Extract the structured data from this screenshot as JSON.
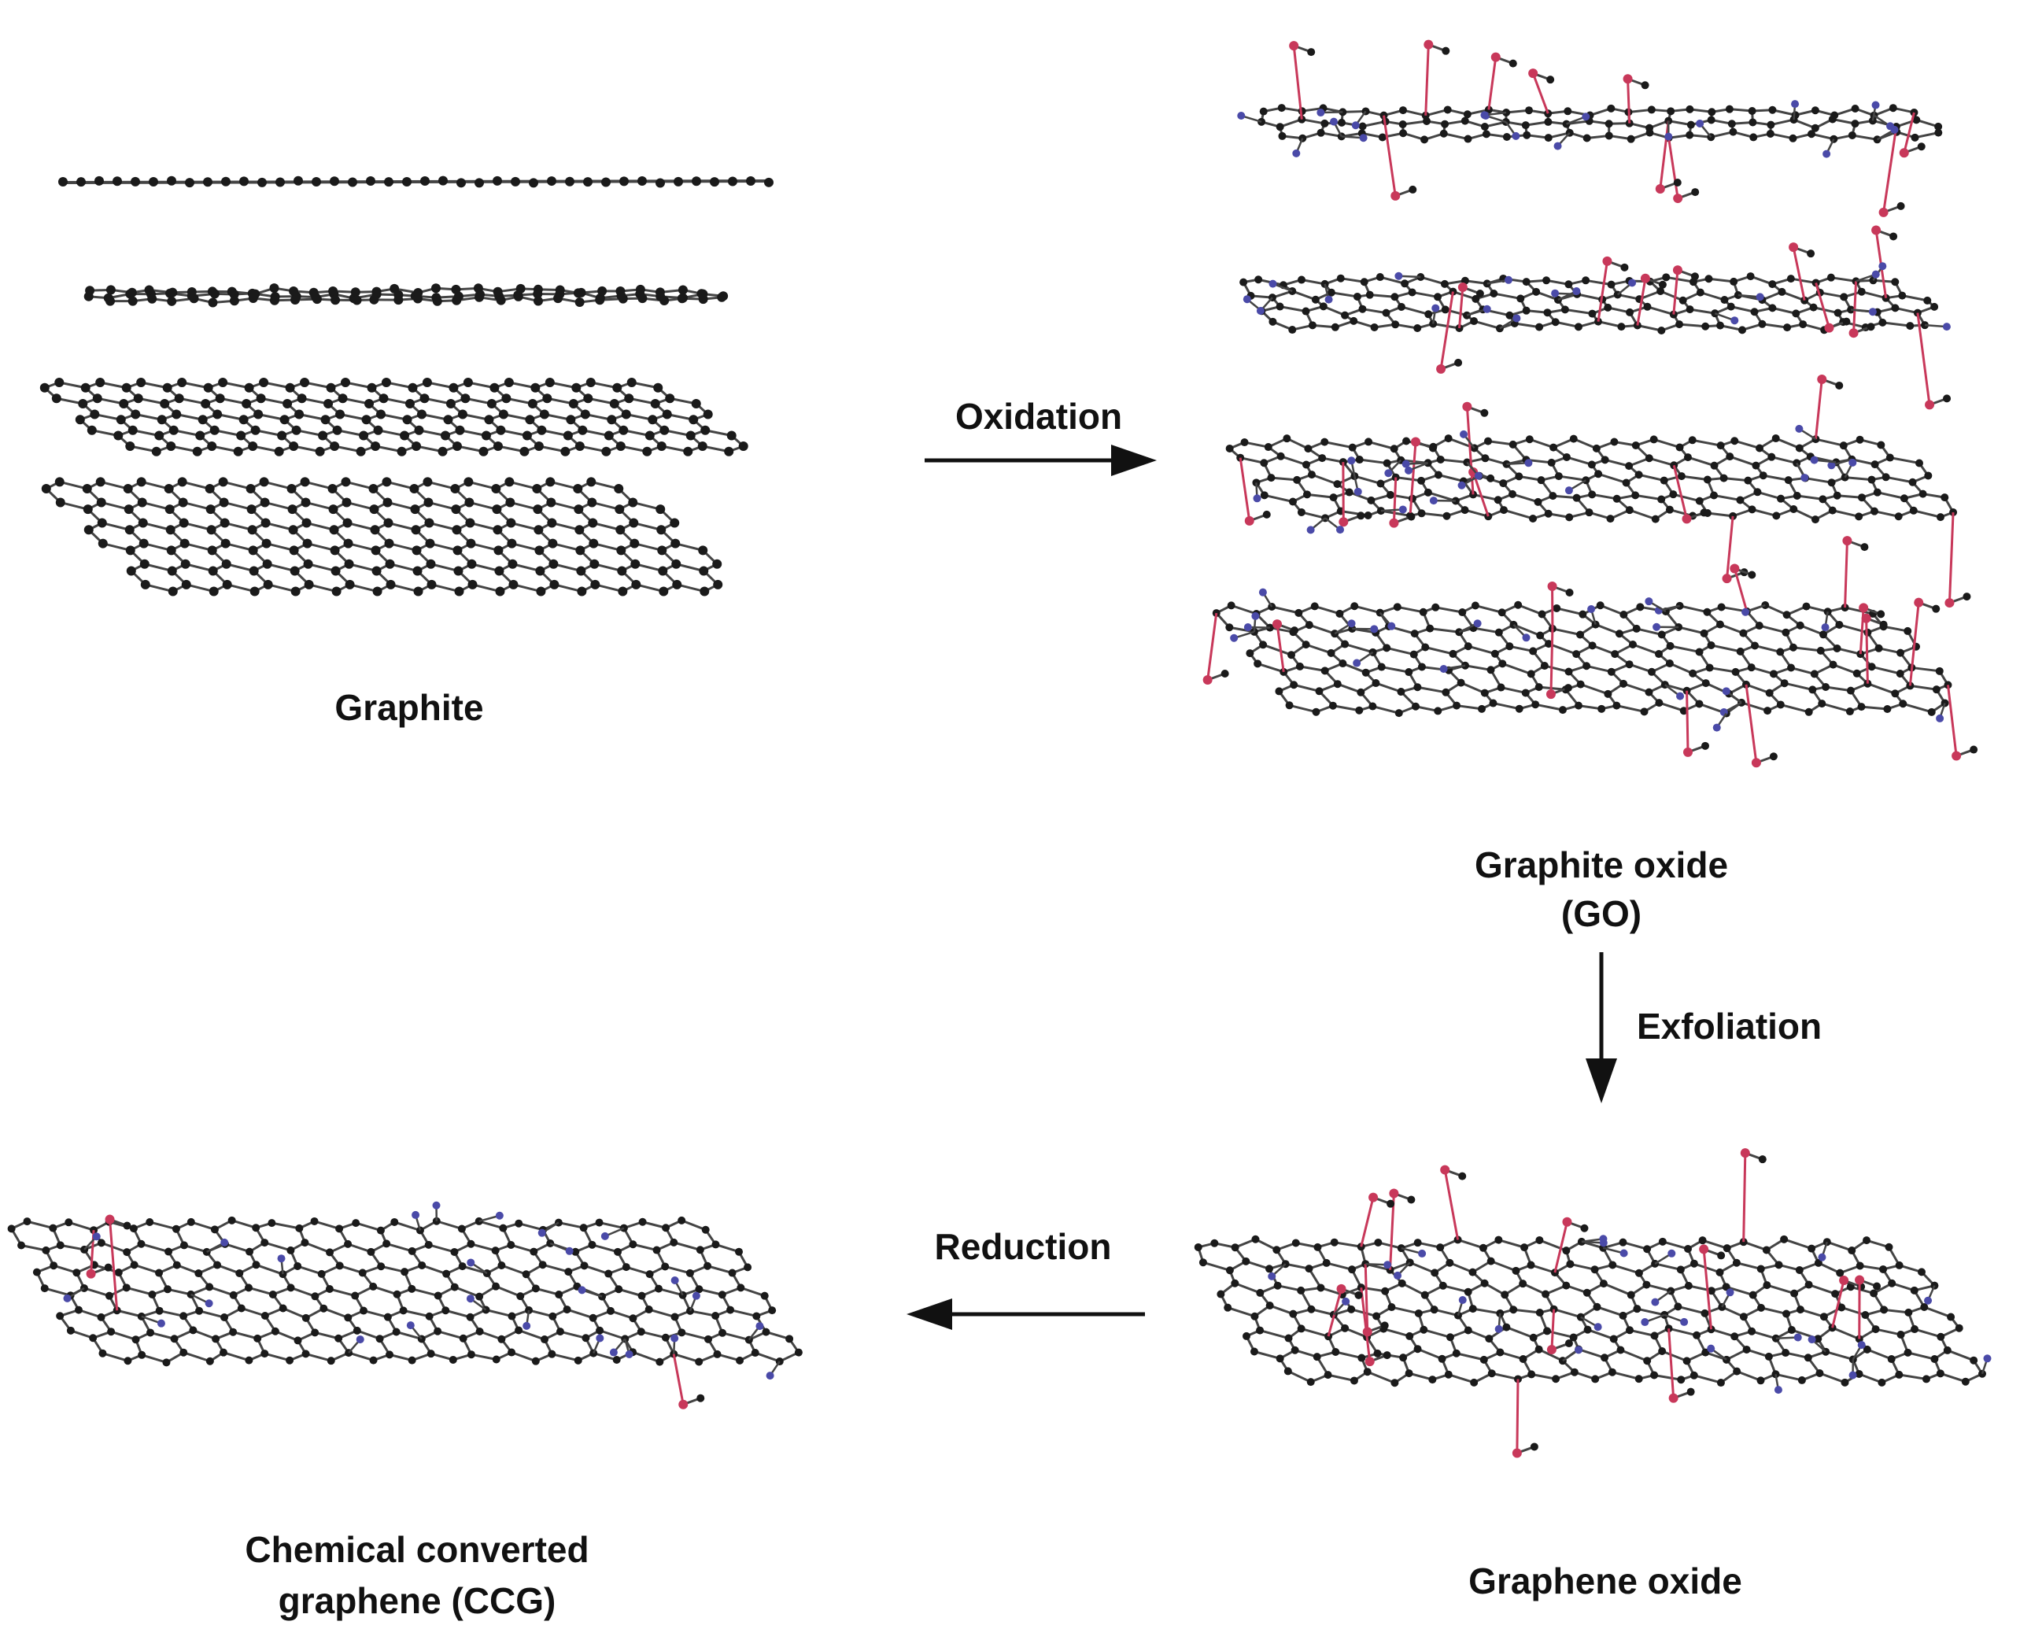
{
  "labels": {
    "graphite": "Graphite",
    "graphite_oxide": "Graphite oxide",
    "go_abbrev": "(GO)",
    "graphene_oxide": "Graphene oxide",
    "ccg_line1": "Chemical converted",
    "ccg_line2": "graphene (CCG)"
  },
  "steps": {
    "oxidation": "Oxidation",
    "exfoliation": "Exfoliation",
    "reduction": "Reduction"
  },
  "colors": {
    "carbon": "#1a1a1a",
    "bond": "#444444",
    "oxygen": "#c8385a",
    "hydrogen": "#4a4aa8",
    "arrow": "#111111"
  }
}
